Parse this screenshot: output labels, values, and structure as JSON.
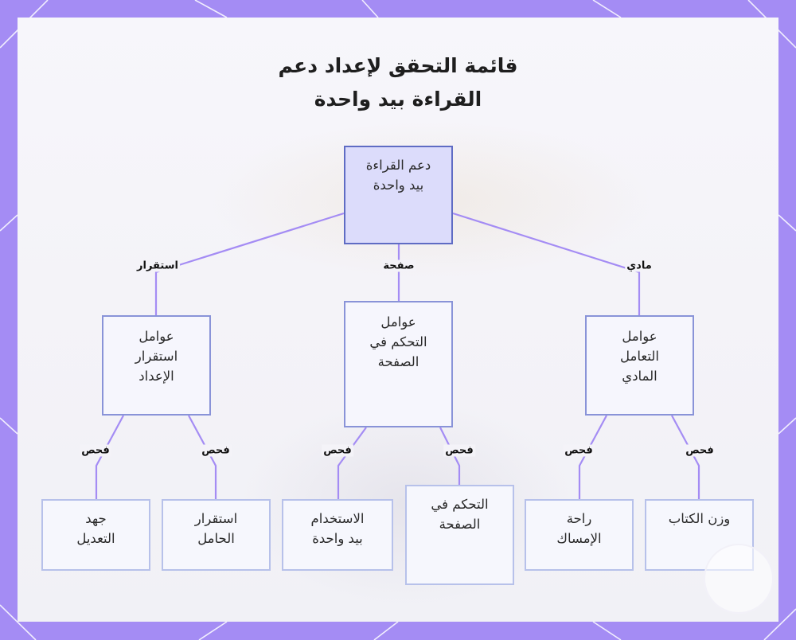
{
  "title": {
    "line1": "قائمة التحقق لإعداد دعم",
    "line2": "القراءة بيد واحدة"
  },
  "nodes": {
    "root": {
      "line1": "دعم القراءة",
      "line2": "بيد واحدة"
    },
    "stability": {
      "line1": "عوامل",
      "line2": "استقرار",
      "line3": "الإعداد"
    },
    "page": {
      "line1": "عوامل",
      "line2": "التحكم في",
      "line3": "الصفحة"
    },
    "physical": {
      "line1": "عوامل",
      "line2": "التعامل",
      "line3": "المادي"
    },
    "adjust_effort": {
      "line1": "جهد",
      "line2": "التعديل"
    },
    "holder_stability": {
      "line1": "استقرار",
      "line2": "الحامل"
    },
    "one_hand_use": {
      "line1": "الاستخدام",
      "line2": "بيد واحدة"
    },
    "page_control": {
      "line1": "التحكم في",
      "line2": "الصفحة"
    },
    "grip_comfort": {
      "line1": "راحة",
      "line2": "الإمساك"
    },
    "book_weight": {
      "line1": "وزن الكتاب"
    }
  },
  "edge_labels": {
    "stability": "استقرار",
    "page": "صفحة",
    "physical": "مادي",
    "check": "فحص"
  },
  "colors": {
    "frame": "#a48cf4",
    "connector": "#a48cf4",
    "root_fill": "#dcdcfb",
    "root_border": "#5f6cc4",
    "node_border": "#8993d8",
    "leaf_border": "#b7c1ea"
  }
}
